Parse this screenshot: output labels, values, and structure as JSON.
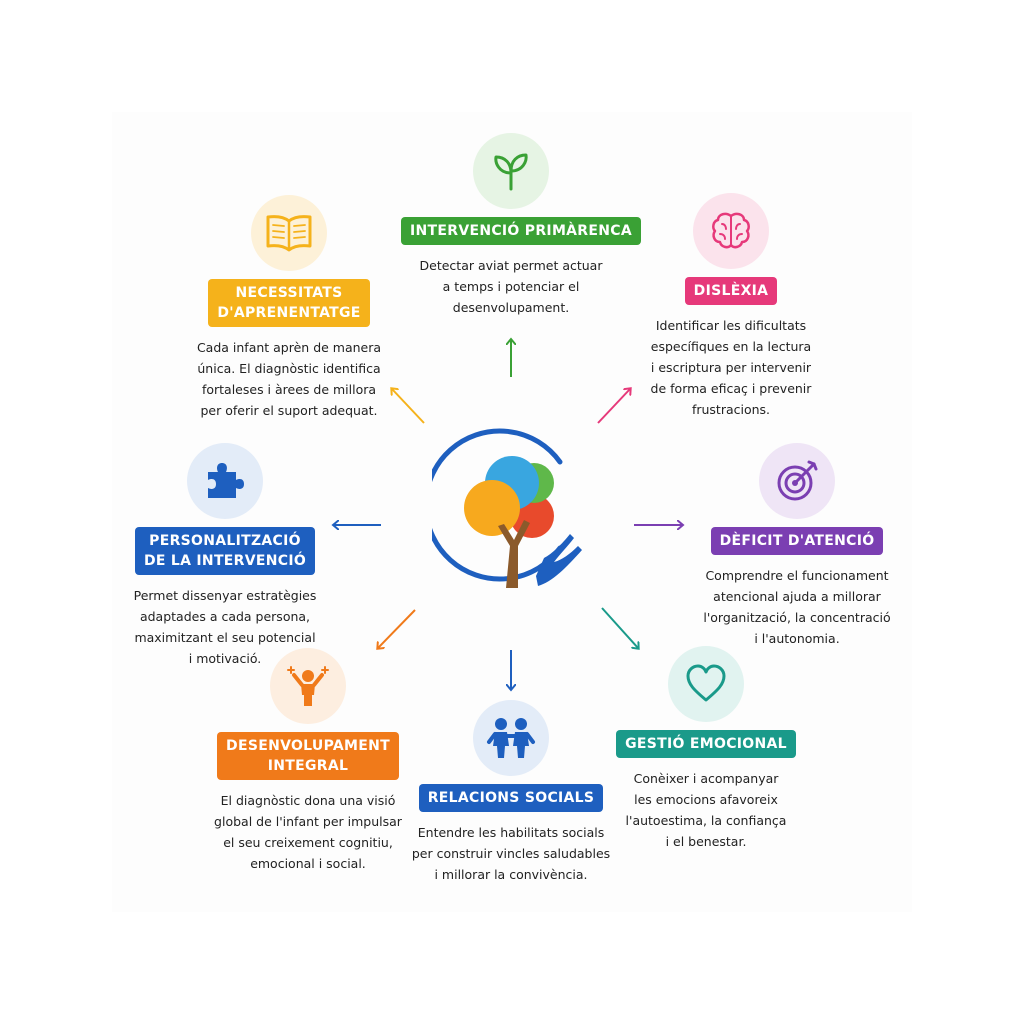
{
  "nodes": [
    {
      "id": "primerenca",
      "label": "INTERVENCIÓ PRIMÀRENCA",
      "lines": [
        "Detectar aviat permet actuar",
        "a temps i potenciar el",
        "desenvolupament."
      ],
      "color": "#3aa135",
      "bg": "#e6f4e4",
      "icon": "sprout-icon"
    },
    {
      "id": "dislexia",
      "label": "DISLÈXIA",
      "lines": [
        "Identificar les dificultats",
        "específiques en la lectura",
        "i escriptura per intervenir",
        "de forma eficaç i prevenir",
        "frustracions."
      ],
      "color": "#e6397a",
      "bg": "#fbe3ec",
      "icon": "brain-icon"
    },
    {
      "id": "atencio",
      "label": "DÈFICIT D'ATENCIÓ",
      "lines": [
        "Comprendre el funcionament",
        "atencional ajuda a millorar",
        "l'organització, la concentració",
        "i l'autonomia."
      ],
      "color": "#7b3fb2",
      "bg": "#efe5f6",
      "icon": "target-icon"
    },
    {
      "id": "emocional",
      "label": "GESTIÓ EMOCIONAL",
      "lines": [
        "Conèixer i acompanyar",
        "les emocions afavoreix",
        "l'autoestima, la confiança",
        "i el benestar."
      ],
      "color": "#1a9a8a",
      "bg": "#e1f3f0",
      "icon": "heart-icon"
    },
    {
      "id": "relacions",
      "label": "RELACIONS SOCIALS",
      "lines": [
        "Entendre les habilitats socials",
        "per construir vincles saludables",
        "i millorar la convivència."
      ],
      "color": "#1e5fbf",
      "bg": "#e3ecf8",
      "icon": "children-icon"
    },
    {
      "id": "integral",
      "label_lines": [
        "DESENVOLUPAMENT",
        "INTEGRAL"
      ],
      "lines": [
        "El diagnòstic dona una visió",
        "global de l'infant per impulsar",
        "el seu creixement cognitiu,",
        "emocional i social."
      ],
      "color": "#f07a1a",
      "bg": "#fdeee0",
      "icon": "child-stars-icon"
    },
    {
      "id": "personalitzacio",
      "label_lines": [
        "PERSONALITZACIÓ",
        "DE LA INTERVENCIÓ"
      ],
      "lines": [
        "Permet dissenyar estratègies",
        "adaptades a cada persona,",
        "maximitzant el seu potencial",
        "i motivació."
      ],
      "color": "#1e5fbf",
      "bg": "#e3ecf8",
      "icon": "puzzle-icon"
    },
    {
      "id": "necessitats",
      "label_lines": [
        "NECESSITATS",
        "D'APRENENTATGE"
      ],
      "lines": [
        "Cada infant aprèn de manera",
        "única. El diagnòstic identifica",
        "fortaleses i àrees de millora",
        "per oferir el suport adequat."
      ],
      "color": "#f5b21b",
      "bg": "#fdf1d8",
      "icon": "book-icon"
    }
  ],
  "colors": {
    "ring": "#1e5fbf",
    "trunk": "#8b5a2b"
  }
}
